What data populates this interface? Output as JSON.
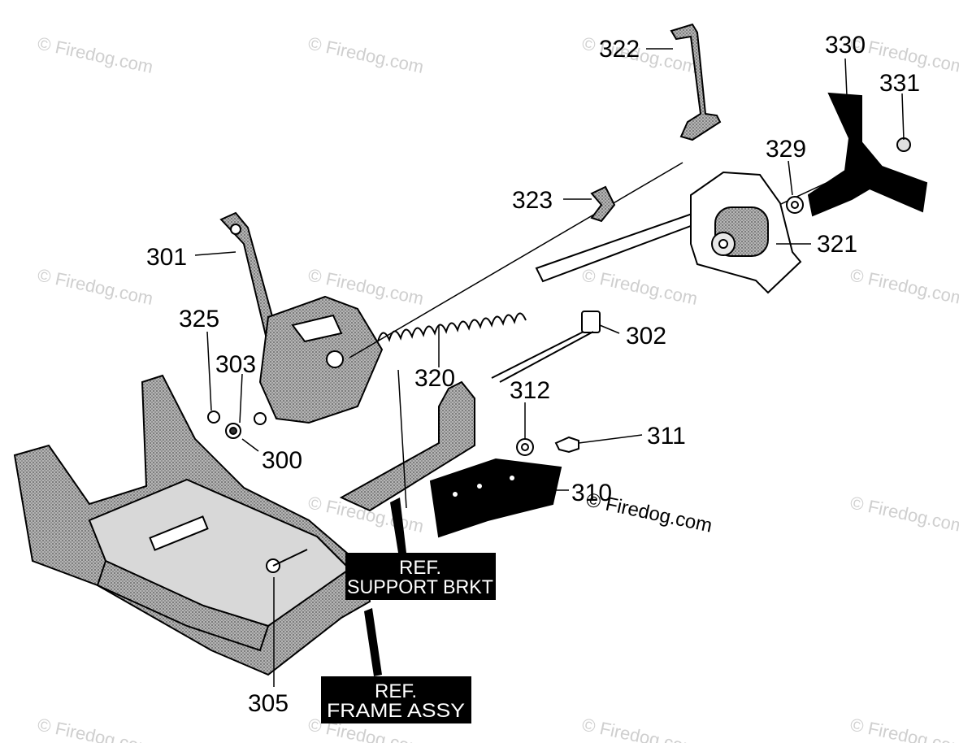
{
  "watermark": "© Firedog.com",
  "callouts": {
    "p300": "300",
    "p301": "301",
    "p302": "302",
    "p303": "303",
    "p305": "305",
    "p310": "310",
    "p311": "311",
    "p312": "312",
    "p320": "320",
    "p321": "321",
    "p322": "322",
    "p323": "323",
    "p325": "325",
    "p329": "329",
    "p330": "330",
    "p331": "331"
  },
  "ref_boxes": {
    "support": {
      "line1": "REF.",
      "line2": "SUPPORT BRKT"
    },
    "frame": {
      "line1": "REF.",
      "line2": "FRAME ASSY"
    }
  },
  "colors": {
    "part_fill": "#9a9a9a",
    "part_light": "#c8c8c8",
    "ref_bg": "#000000",
    "watermark": "#cfcfcf"
  }
}
